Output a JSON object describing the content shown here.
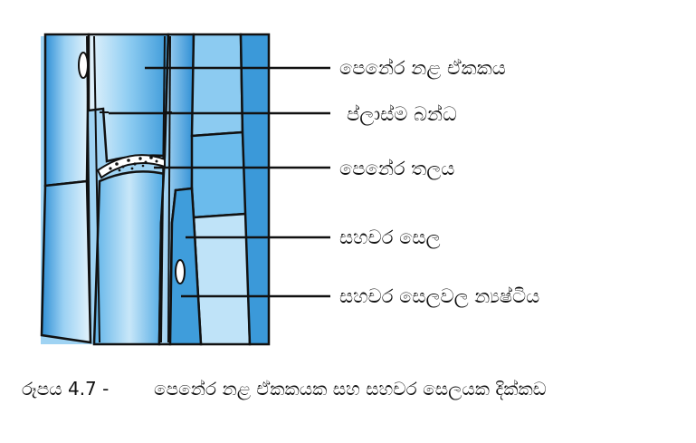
{
  "labels": {
    "sieve_tube_element": "පෙනේර නළ ඒකකය",
    "plasmodesmata": "ප්ලාස්ම බන්ධ",
    "sieve_plate": "පෙනේර තලය",
    "companion_cell": "සහචර සෙල",
    "companion_cell_nucleus": "සහචර සෙලවල න්‍යෂ්ටිය"
  },
  "caption": {
    "number": "රූපය 4.7 -",
    "text": "පෙනේර නළ ඒකකයක සහ සහචර සෙලයක දික්කඩ"
  },
  "colors": {
    "cell_light": "#d9eefb",
    "cell_mid": "#7cc3ee",
    "cell_dark": "#2f8fd5",
    "outline": "#111111"
  }
}
